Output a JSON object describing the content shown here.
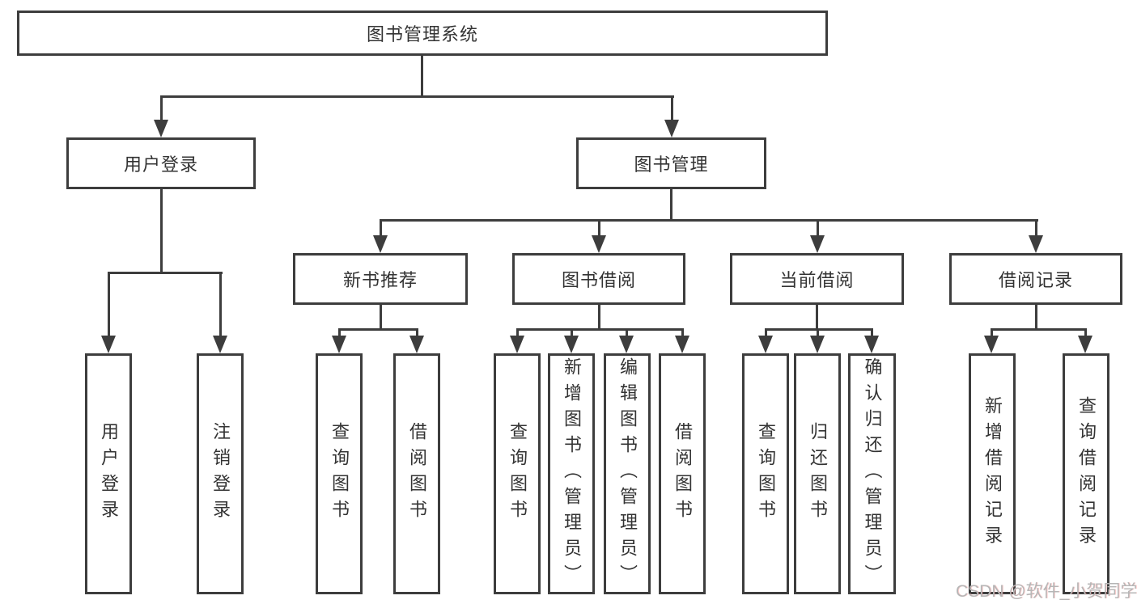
{
  "nodes": {
    "root": "图书管理系统",
    "user_login": "用户登录",
    "book_mgmt": "图书管理",
    "new_book_rec": "新书推荐",
    "book_borrow": "图书借阅",
    "current_borrow": "当前借阅",
    "borrow_record": "借阅记录"
  },
  "leaves": {
    "user_login": [
      "用户登录",
      "注销登录"
    ],
    "new_book_rec": [
      "查询图书",
      "借阅图书"
    ],
    "book_borrow": [
      "查询图书",
      "新增图书（管理员）",
      "编辑图书（管理员）",
      "借阅图书"
    ],
    "current_borrow": [
      "查询图书",
      "归还图书",
      "确认归还（管理员）"
    ],
    "borrow_record": [
      "新增借阅记录",
      "查询借阅记录"
    ]
  },
  "watermark": "CSDN @软件_小贺同学",
  "colors": {
    "line": "#3d3d3d",
    "text": "#333333",
    "background": "#ffffff",
    "watermark": "#b6b6b6"
  }
}
